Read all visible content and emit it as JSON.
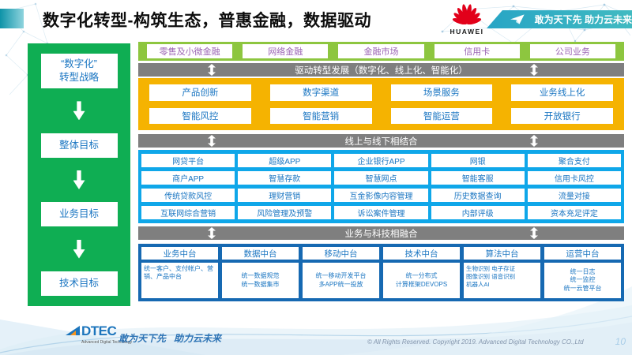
{
  "header": {
    "title": "数字化转型-构筑生态，普惠金融，数据驱动",
    "huawei_brand": "HUAWEI",
    "banner_slogan": "敢为天下先 助力云未来"
  },
  "strategy_sidebar": {
    "items": [
      {
        "label": "“数字化”\n转型战略"
      },
      {
        "label": "整体目标"
      },
      {
        "label": "业务目标"
      },
      {
        "label": "技术目标"
      }
    ]
  },
  "business_lines": {
    "items": [
      "零售及小微金融",
      "网络金融",
      "金融市场",
      "信用卡",
      "公司业务"
    ]
  },
  "banners": {
    "drive": "驱动转型发展（数字化、线上化、智能化）",
    "online_offline": "线上与线下相结合",
    "biz_tech": "业务与科技相融合"
  },
  "transform_grid": {
    "rows": [
      [
        "产品创新",
        "数字渠道",
        "场景服务",
        "业务线上化"
      ],
      [
        "智能风控",
        "智能营销",
        "智能运营",
        "开放银行"
      ]
    ]
  },
  "channel_grid": {
    "rows": [
      [
        "网贷平台",
        "超级APP",
        "企业银行APP",
        "网银",
        "聚合支付"
      ],
      [
        "商户APP",
        "智慧存款",
        "智慧网点",
        "智能客服",
        "信用卡风控"
      ],
      [
        "传统贷款风控",
        "理财营销",
        "互金影像内容管理",
        "历史数据查询",
        "流量对接"
      ],
      [
        "互联网综合营销",
        "风险管理及预警",
        "诉讼案件管理",
        "内部评级",
        "资本充足评定"
      ]
    ]
  },
  "platform_grid": {
    "columns": [
      {
        "title": "业务中台",
        "desc": "统一客户、支付帐户、营销、产品中台"
      },
      {
        "title": "数据中台",
        "desc": "统一数据规范\n统一数据集市"
      },
      {
        "title": "移动中台",
        "desc": "统一移动开发平台\n多APP统一投放"
      },
      {
        "title": "技术中台",
        "desc": "统一分布式\n计算框架DEVOPS"
      },
      {
        "title": "算法中台",
        "desc": "生物识别 电子存证\n图像识别 语音识别\n机器人AI"
      },
      {
        "title": "运营中台",
        "desc": "统一日志\n统一监控\n统一云管平台"
      }
    ]
  },
  "footer": {
    "logo": "DTEC",
    "logo_caption": "Advanced Digital Technology",
    "slogan": "敢为天下先   助力云未来",
    "copyright": "© All Rights Reserved. Copyright 2019. Advanced Digital Technology CO.,Ltd",
    "page_number": "10"
  },
  "colors": {
    "sidebar_green": "#0fae53",
    "business_row_green": "#8dc63f",
    "banner_gray": "#7f7f7f",
    "transform_yellow": "#f5b301",
    "channel_blue": "#0fa7e9",
    "platform_dark_blue": "#1669b2",
    "box_text_blue": "#1b76c2",
    "business_text_purple": "#9b64b4",
    "top_banner_teal": "#2aa9c4",
    "huawei_red": "#e2001a"
  }
}
